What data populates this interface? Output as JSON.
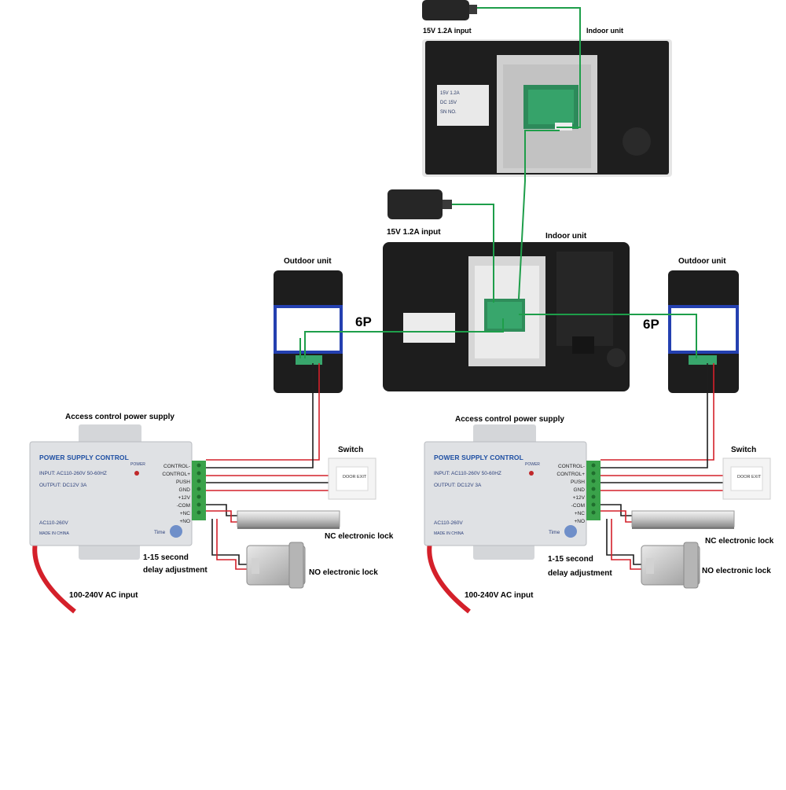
{
  "top_monitor": {
    "power_label": "15V 1.2A input",
    "unit_label": "Indoor unit",
    "plate_lines": [
      "15V 1.2A",
      "DC 15V",
      "SN NO."
    ]
  },
  "main_monitor": {
    "power_label": "15V 1.2A input",
    "unit_label": "Indoor unit"
  },
  "left_outdoor": {
    "label": "Outdoor unit",
    "cable_label": "6P"
  },
  "right_outdoor": {
    "label": "Outdoor unit",
    "cable_label": "6P"
  },
  "left_system": {
    "psu_label": "Access control power supply",
    "psu_title": "POWER SUPPLY CONTROL",
    "psu_input": "INPUT: AC110-260V 50-60HZ",
    "psu_output": "OUTPUT: DC12V  3A",
    "psu_power": "POWER",
    "psu_ac": "AC110-260V",
    "psu_made": "MADE IN CHINA",
    "psu_time": "Time",
    "terminals": [
      "CONTROL-",
      "CONTROL+",
      "PUSH",
      "GND",
      "+12V",
      "-COM",
      "+NC",
      "+NO"
    ],
    "switch_label": "Switch",
    "switch_text": "DOOR EXIT",
    "nc_lock_label": "NC electronic lock",
    "no_lock_label": "NO electronic lock",
    "delay_label_1": "1-15 second",
    "delay_label_2": "delay adjustment",
    "ac_input_label": "100-240V AC input"
  },
  "right_system": {
    "psu_label": "Access control power supply",
    "psu_title": "POWER SUPPLY CONTROL",
    "psu_input": "INPUT: AC110-260V 50-60HZ",
    "psu_output": "OUTPUT: DC12V  3A",
    "psu_power": "POWER",
    "psu_ac": "AC110-260V",
    "psu_made": "MADE IN CHINA",
    "psu_time": "Time",
    "terminals": [
      "CONTROL-",
      "CONTROL+",
      "PUSH",
      "GND",
      "+12V",
      "-COM",
      "+NC",
      "+NO"
    ],
    "switch_label": "Switch",
    "switch_text": "DOOR EXIT",
    "nc_lock_label": "NC electronic lock",
    "no_lock_label": "NO electronic lock",
    "delay_label_1": "1-15 second",
    "delay_label_2": "delay adjustment",
    "ac_input_label": "100-240V AC input"
  },
  "colors": {
    "green_wire": "#1e9e4a",
    "red_wire": "#d4202a",
    "device_black": "#1d1d1d",
    "psu_body": "#dfe1e4",
    "psu_terminal": "#3aa24a",
    "outdoor_blue": "#2440b0"
  }
}
